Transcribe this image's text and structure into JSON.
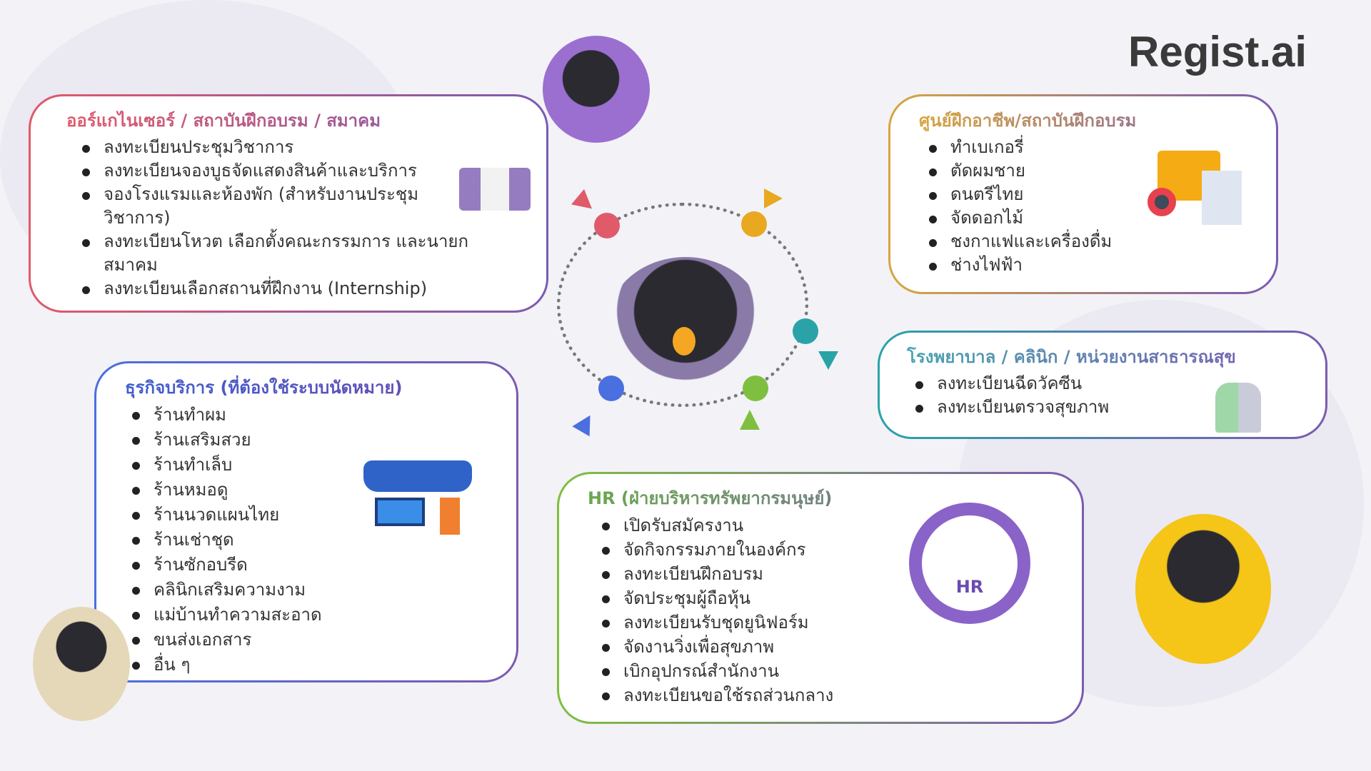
{
  "logo": "Regist.ai",
  "boxes": {
    "organizer": {
      "title": "ออร์แกไนเซอร์ / สถาบันฝึกอบรม / สมาคม",
      "items": [
        "ลงทะเบียนประชุมวิชาการ",
        "ลงทะเบียนจองบูธจัดแสดงสินค้าและบริการ",
        "จองโรงแรมและห้องพัก (สำหรับงานประชุมวิชาการ)",
        "ลงทะเบียนโหวต เลือกตั้งคณะกรรมการ และนายกสมาคม",
        "ลงทะเบียนเลือกสถานที่ฝึกงาน (Internship)"
      ]
    },
    "vocational": {
      "title": "ศูนย์ฝึกอาชีพ/สถาบันฝึกอบรม",
      "items": [
        "ทำเบเกอรี่",
        "ตัดผมชาย",
        "ดนตรีไทย",
        "จัดดอกไม้",
        "ชงกาแฟและเครื่องดื่ม",
        "ช่างไฟฟ้า"
      ]
    },
    "health": {
      "title": "โรงพยาบาล / คลินิก / หน่วยงานสาธารณสุข",
      "items": [
        "ลงทะเบียนฉีดวัคซีน",
        "ลงทะเบียนตรวจสุขภาพ"
      ]
    },
    "business": {
      "title": "ธุรกิจบริการ (ที่ต้องใช้ระบบนัดหมาย)",
      "items": [
        "ร้านทำผม",
        "ร้านเสริมสวย",
        "ร้านทำเล็บ",
        "ร้านหมอดู",
        "ร้านนวดแผนไทย",
        "ร้านเช่าชุด",
        "ร้านซักอบรีด",
        "คลินิกเสริมความงาม",
        "แม่บ้านทำความสะอาด",
        "ขนส่งเอกสาร",
        "อื่น ๆ"
      ]
    },
    "hr": {
      "title": "HR (ฝ่ายบริหารทรัพยากรมนุษย์)",
      "items": [
        "เปิดรับสมัครงาน",
        "จัดกิจกรรมภายในองค์กร",
        "ลงทะเบียนฝึกอบรม",
        "จัดประชุมผู้ถือหุ้น",
        "ลงทะเบียนรับชุดยูนิฟอร์ม",
        "จัดงานวิ่งเพื่อสุขภาพ",
        "เบิกอุปกรณ์สำนักงาน",
        "ลงทะเบียนขอใช้รถส่วนกลาง"
      ],
      "badge": "HR"
    }
  },
  "colors": {
    "red": "#e05a6a",
    "purple": "#7b5bb0",
    "gold": "#d6a640",
    "teal": "#2aa3a8",
    "blue": "#4a6fe0",
    "green": "#7fbf3f"
  }
}
